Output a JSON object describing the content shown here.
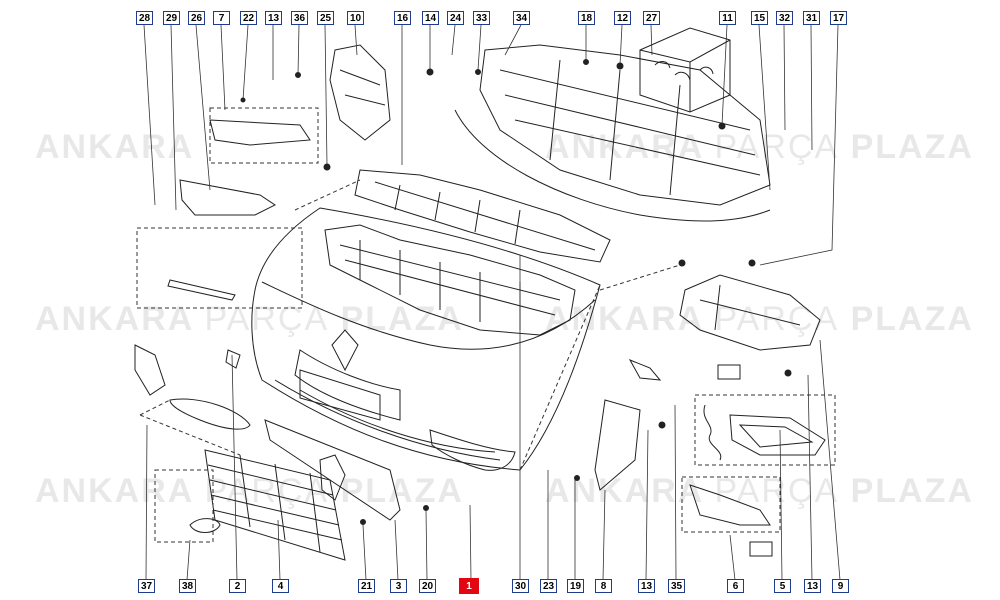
{
  "watermark": {
    "brand_a": "ANKARA",
    "brand_b": "PARÇA",
    "brand_c": "PLAZA"
  },
  "top_callouts": [
    "28",
    "29",
    "26",
    "7",
    "22",
    "13",
    "36",
    "25",
    "10",
    "16",
    "14",
    "24",
    "33",
    "34",
    "18",
    "12",
    "27",
    "11",
    "15",
    "32",
    "31",
    "17"
  ],
  "bottom_callouts": [
    "37",
    "38",
    "2",
    "4",
    "21",
    "3",
    "20",
    "1",
    "30",
    "23",
    "19",
    "8",
    "13",
    "35",
    "6",
    "5",
    "13",
    "9"
  ],
  "highlighted_part": "1",
  "colors": {
    "callout_border": "#1d3c8c",
    "highlight": "#e30613",
    "line": "#222222",
    "watermark": "#9a9a9a"
  }
}
